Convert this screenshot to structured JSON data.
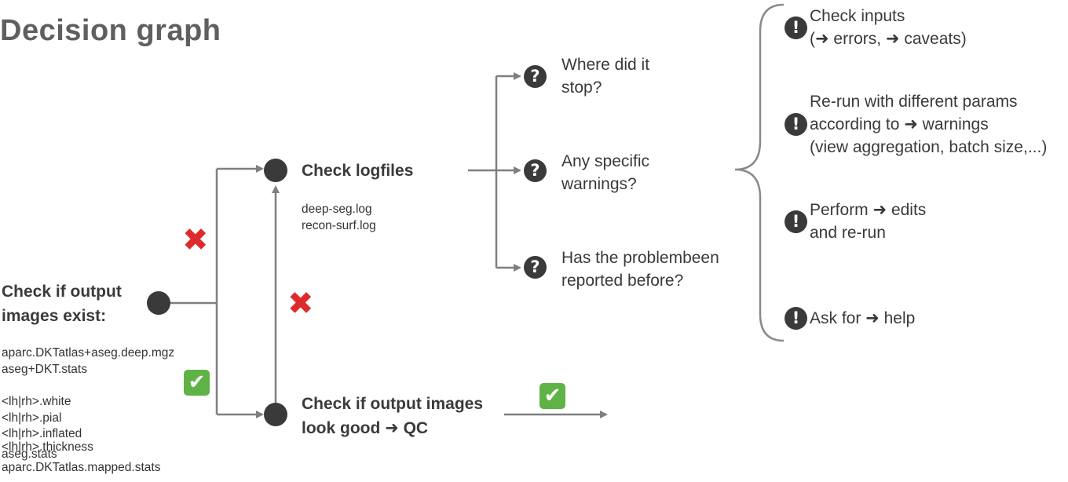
{
  "title": "Decision graph",
  "start": {
    "label_line1": "Check if output",
    "label_line2": "images exist:",
    "files_group1": [
      "aparc.DKTatlas+aseg.deep.mgz",
      "aseg+DKT.stats"
    ],
    "files_group2": [
      "<lh|rh>.white",
      "<lh|rh>.pial",
      "<lh|rh>.inflated",
      "<lh|rh>.thickness",
      "aseg.stats",
      "aparc.DKTatlas.mapped.stats"
    ]
  },
  "logfiles": {
    "label": "Check logfiles",
    "files": [
      "deep-seg.log",
      "recon-surf.log"
    ]
  },
  "qc": {
    "label_line1": "Check if output images",
    "label_line2": "look good ➜ QC"
  },
  "questions": [
    {
      "line1": "Where did it",
      "line2": "stop?",
      "icon": "?"
    },
    {
      "line1": "Any specific",
      "line2": "warnings?",
      "icon": "?"
    },
    {
      "line1": "Has the problembeen",
      "line2": "reported before?",
      "icon": "?"
    }
  ],
  "actions": [
    {
      "lines": [
        "Check inputs",
        "(➜ errors, ➜ caveats)"
      ],
      "icon": "!"
    },
    {
      "lines": [
        "Re-run with different params",
        "according to ➜  warnings",
        "(view aggregation, batch size,...)"
      ],
      "icon": "!"
    },
    {
      "lines": [
        "Perform ➜ edits",
        "and re-run"
      ],
      "icon": "!"
    },
    {
      "lines": [
        "Ask for ➜ help"
      ],
      "icon": "!"
    }
  ],
  "marks": {
    "cross": "✖",
    "check": "✔"
  },
  "colors": {
    "line": "#7f7f7f",
    "node": "#3a3a3a",
    "cross": "#dd2b2b",
    "check_bg": "#5fb346",
    "brace": "#8a8a8a"
  }
}
